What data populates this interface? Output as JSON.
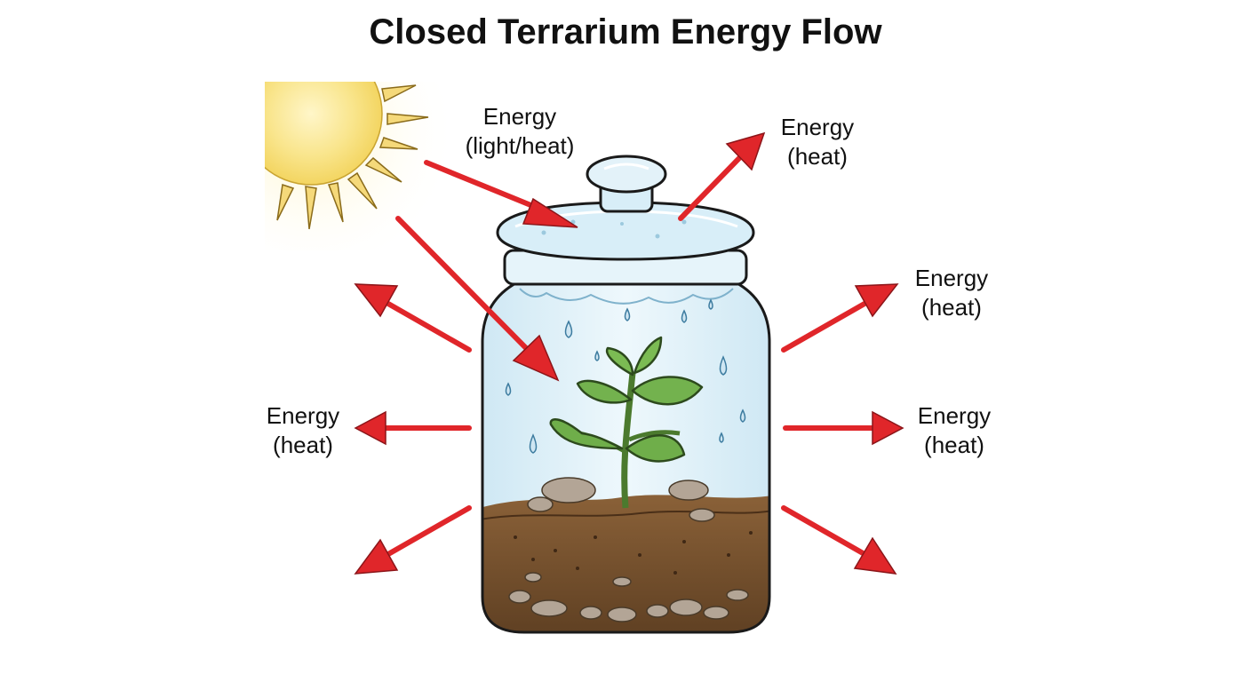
{
  "title": "Closed Terrarium Energy Flow",
  "labels": {
    "incoming": {
      "line1": "Energy",
      "line2": "(light/heat)"
    },
    "top_right": {
      "line1": "Energy",
      "line2": "(heat)"
    },
    "right_upper": {
      "line1": "Energy",
      "line2": "(heat)"
    },
    "right_middle": {
      "line1": "Energy",
      "line2": "(heat)"
    },
    "left_middle": {
      "line1": "Energy",
      "line2": "(heat)"
    }
  },
  "colors": {
    "arrow": "#e0262a",
    "sun": "#f7dc6f",
    "soil": "#7b5531",
    "leaf": "#6aa84f",
    "glass": "#dceff8"
  },
  "icons": [
    "sun-icon",
    "glass-jar-icon",
    "seedling-icon",
    "water-droplet-icon"
  ]
}
